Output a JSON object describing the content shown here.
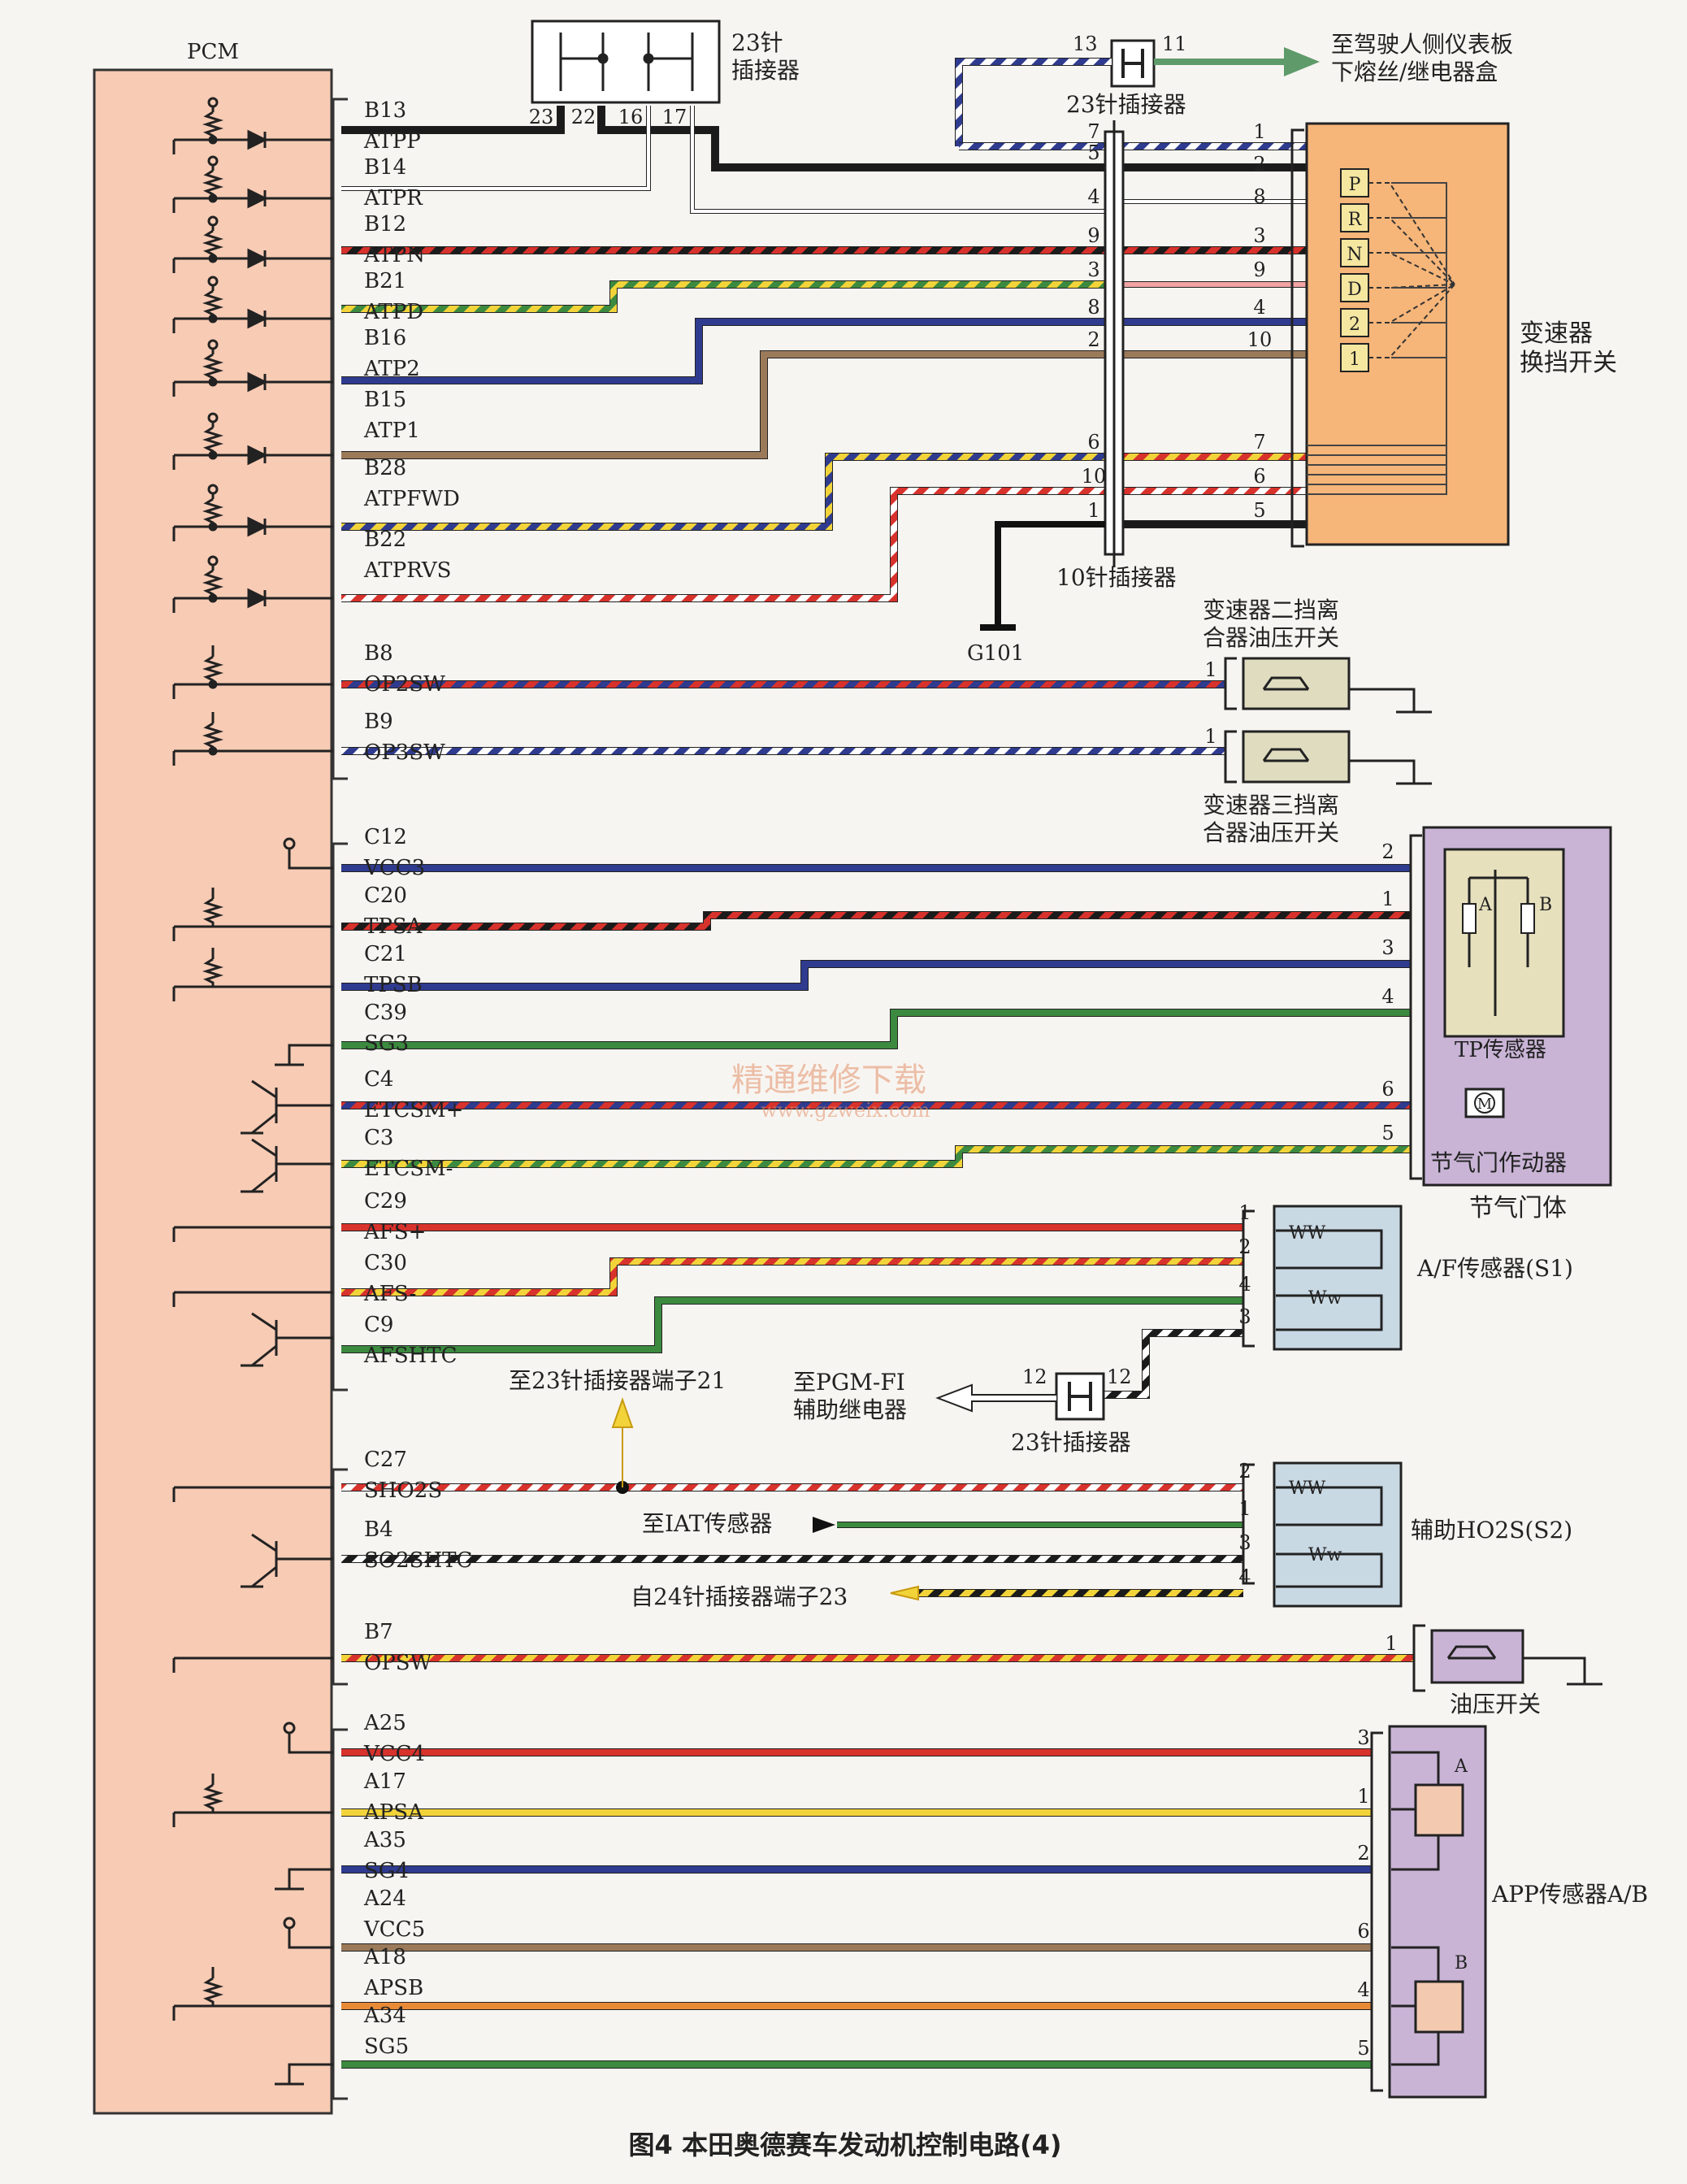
{
  "pcm": {
    "label": "PCM"
  },
  "connectors": {
    "c23_top": {
      "label": "23针\n插接器",
      "pins": [
        "23",
        "22",
        "16",
        "17"
      ]
    },
    "c23_upper": {
      "label": "23针插接器",
      "pin_left": "13",
      "pin_right": "11",
      "dest": "至驾驶人侧仪表板\n下熔丝/继电器盒"
    },
    "c10": {
      "label": "10针插接器"
    },
    "c23_lower": {
      "label": "23针插接器",
      "pin_left": "12",
      "pin_right": "12",
      "dest": "至PGM-FI\n辅助继电器"
    }
  },
  "ground": {
    "label": "G101"
  },
  "components": {
    "shift_switch": {
      "label": "变速器\n换挡开关",
      "positions": [
        "P",
        "R",
        "N",
        "D",
        "2",
        "1"
      ]
    },
    "op2": {
      "label": "变速器二挡离\n合器油压开关"
    },
    "op3": {
      "label": "变速器三挡离\n合器油压开关"
    },
    "tp_sensor": {
      "label": "TP传感器"
    },
    "throttle_actuator": {
      "label": "节气门作动器"
    },
    "throttle_body": {
      "label": "节气门体"
    },
    "af_sensor": {
      "label": "A/F传感器(S1)"
    },
    "ho2s": {
      "label": "辅助HO2S(S2)"
    },
    "oil_switch": {
      "label": "油压开关"
    },
    "app_sensor": {
      "label": "APP传感器A/B"
    },
    "tp_ab": [
      "A",
      "B"
    ],
    "app_ab": [
      "A",
      "B"
    ]
  },
  "notes": {
    "to_c23_21": "至23针插接器端子21",
    "to_iat": "至IAT传感器",
    "from_c24_23": "自24针插接器端子23"
  },
  "watermark": {
    "line1": "精通维修下载",
    "line2": "www.gzweix.com"
  },
  "caption": "图4 本田奥德赛车发动机控制电路(4)",
  "pins": [
    {
      "pin": "B13",
      "sig": "ATPP"
    },
    {
      "pin": "B14",
      "sig": "ATPR"
    },
    {
      "pin": "B12",
      "sig": "ATPN"
    },
    {
      "pin": "B21",
      "sig": "ATPD"
    },
    {
      "pin": "B16",
      "sig": "ATP2"
    },
    {
      "pin": "B15",
      "sig": "ATP1"
    },
    {
      "pin": "B28",
      "sig": "ATPFWD"
    },
    {
      "pin": "B22",
      "sig": "ATPRVS"
    },
    {
      "pin": "B8",
      "sig": "OP2SW"
    },
    {
      "pin": "B9",
      "sig": "OP3SW"
    },
    {
      "pin": "C12",
      "sig": "VCC3"
    },
    {
      "pin": "C20",
      "sig": "TPSA"
    },
    {
      "pin": "C21",
      "sig": "TPSB"
    },
    {
      "pin": "C39",
      "sig": "SG3"
    },
    {
      "pin": "C4",
      "sig": "ETCSM+"
    },
    {
      "pin": "C3",
      "sig": "ETCSM-"
    },
    {
      "pin": "C29",
      "sig": "AFS+"
    },
    {
      "pin": "C30",
      "sig": "AFS-"
    },
    {
      "pin": "C9",
      "sig": "AFSHTC"
    },
    {
      "pin": "C27",
      "sig": "SHO2S"
    },
    {
      "pin": "B4",
      "sig": "SO2SHTC"
    },
    {
      "pin": "B7",
      "sig": "OPSW"
    },
    {
      "pin": "A25",
      "sig": "VCC4"
    },
    {
      "pin": "A17",
      "sig": "APSA"
    },
    {
      "pin": "A35",
      "sig": "SG4"
    },
    {
      "pin": "A24",
      "sig": "VCC5"
    },
    {
      "pin": "A18",
      "sig": "APSB"
    },
    {
      "pin": "A34",
      "sig": "SG5"
    }
  ],
  "terminals": {
    "c10_left": [
      "7",
      "5",
      "4",
      "9",
      "3",
      "8",
      "2",
      "6",
      "10",
      "1"
    ],
    "shift_right": [
      "1",
      "2",
      "8",
      "3",
      "9",
      "4",
      "10",
      "7",
      "6",
      "5"
    ],
    "op2": "1",
    "op3": "1",
    "throttle": [
      "2",
      "1",
      "3",
      "4",
      "6",
      "5"
    ],
    "af": [
      "1",
      "2",
      "4",
      "3"
    ],
    "ho2s": [
      "2",
      "1",
      "3",
      "4"
    ],
    "oil": "1",
    "app": [
      "3",
      "1",
      "2",
      "6",
      "4",
      "5"
    ]
  },
  "colors": {
    "pcm_fill": "#f7cbb4",
    "shift_fill": "#f6b579",
    "sensor_fill": "#c9d9e4",
    "throttle_fill": "#c9b4d6",
    "switch_fill": "#e0dcc0",
    "green_arrow": "#5f9a6a"
  }
}
